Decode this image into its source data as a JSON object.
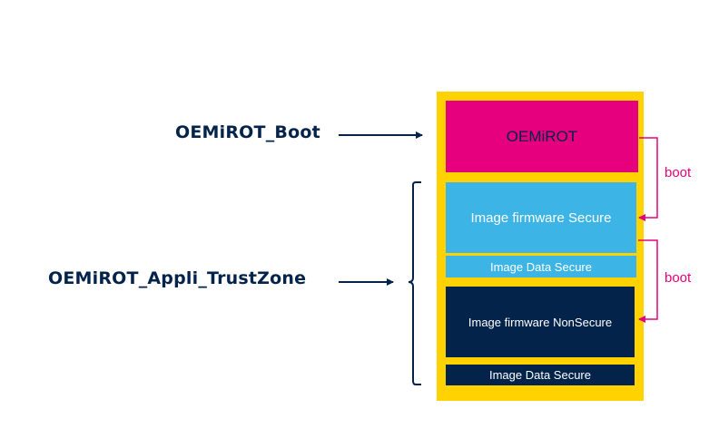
{
  "labels": {
    "boot_project": "OEMiROT_Boot",
    "appli_project": "OEMiROT_Appli_TrustZone"
  },
  "blocks": {
    "oemirot": "OEMiROT",
    "fw_secure": "Image firmware Secure",
    "data_secure_1": "Image Data Secure",
    "fw_nonsecure": "Image firmware NonSecure",
    "data_secure_2": "Image Data Secure"
  },
  "boot_arrows": [
    "boot",
    "boot"
  ],
  "colors": {
    "navy": "#03234b",
    "magenta": "#e6007e",
    "yellow": "#ffd200",
    "light_blue": "#3cb4e6",
    "white": "#ffffff"
  }
}
